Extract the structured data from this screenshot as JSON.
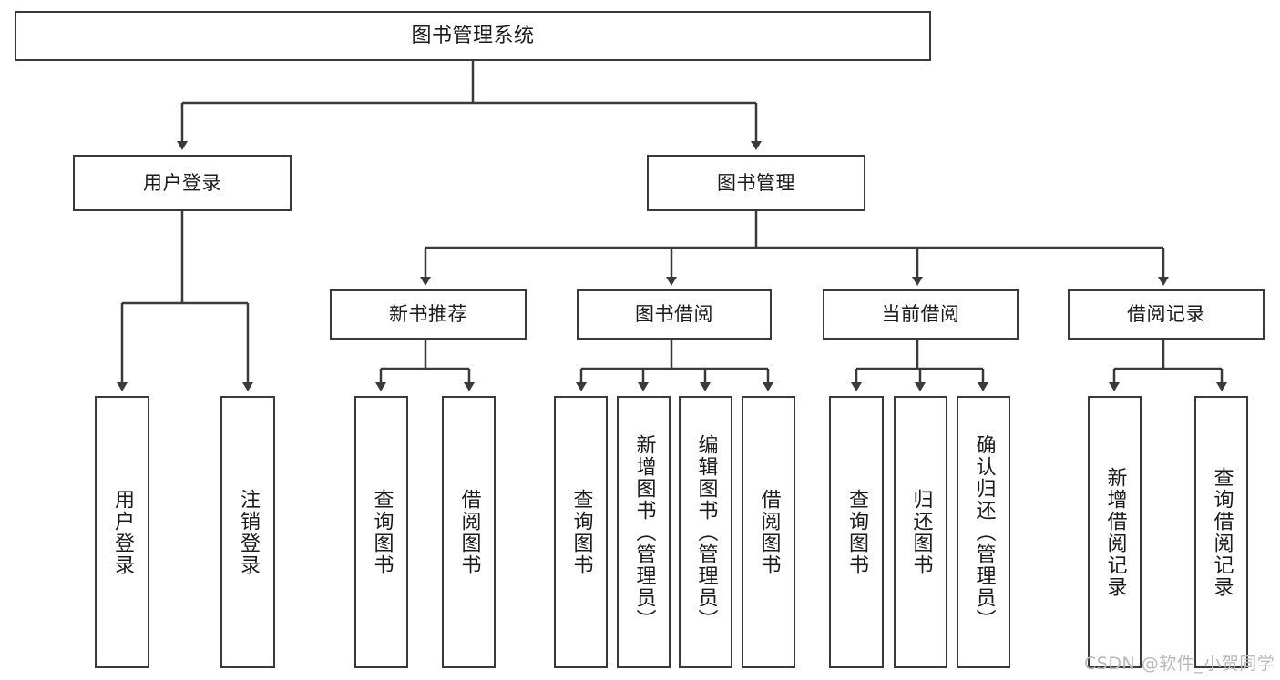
{
  "diagram": {
    "type": "tree",
    "title": "图书管理系统",
    "style": {
      "box_border_color": "#3a3a3a",
      "box_fill_color": "#ffffff",
      "connector_color": "#3a3a3a",
      "text_color": "#1b1b1b",
      "background": "#ffffff"
    },
    "nodes": {
      "root": {
        "label": "图书管理系统"
      },
      "level2": [
        {
          "label": "用户登录"
        },
        {
          "label": "图书管理"
        }
      ],
      "level3": [
        {
          "label": "新书推荐"
        },
        {
          "label": "图书借阅"
        },
        {
          "label": "当前借阅"
        },
        {
          "label": "借阅记录"
        }
      ],
      "leaves": [
        {
          "label": "用户登录"
        },
        {
          "label": "注销登录"
        },
        {
          "label": "查询图书"
        },
        {
          "label": "借阅图书"
        },
        {
          "label": "查询图书"
        },
        {
          "label": "新增图书（管理员）"
        },
        {
          "label": "编辑图书（管理员）"
        },
        {
          "label": "借阅图书"
        },
        {
          "label": "查询图书"
        },
        {
          "label": "归还图书"
        },
        {
          "label": "确认归还（管理员）"
        },
        {
          "label": "新增借阅记录"
        },
        {
          "label": "查询借阅记录"
        }
      ]
    }
  },
  "watermark": {
    "text": "CSDN @软件_小贺同学"
  }
}
